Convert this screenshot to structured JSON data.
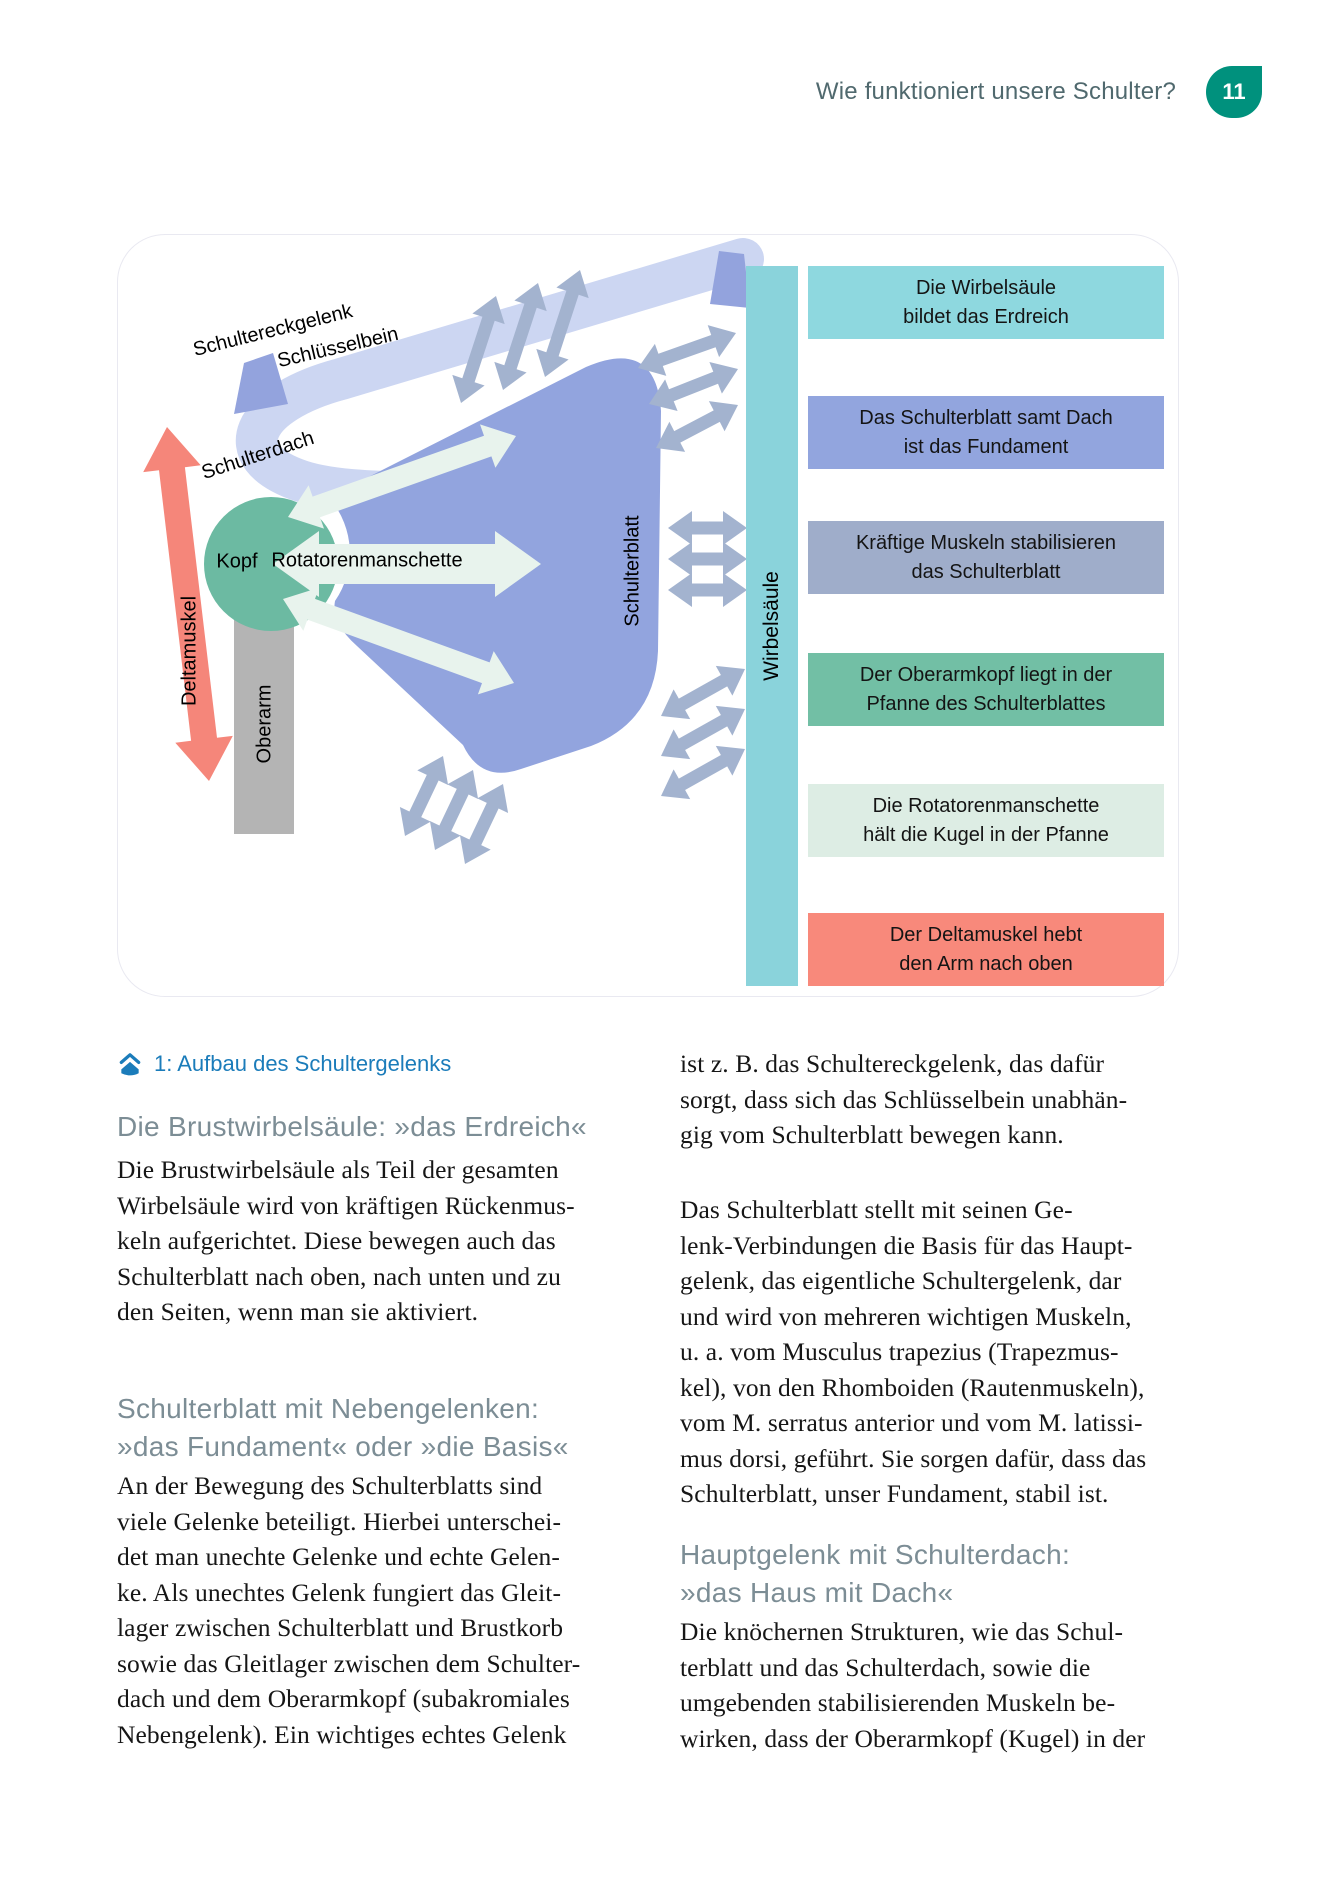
{
  "header": {
    "title": "Wie funktioniert unsere Schulter?",
    "page_number": "11"
  },
  "figure": {
    "caption": "1: Aufbau des Schultergelenks",
    "labels": {
      "schultereckgelenk": "Schultereckgelenk",
      "schluesselbein": "Schlüsselbein",
      "schulterdach": "Schulterdach",
      "deltamuskel": "Deltamuskel",
      "kopf": "Kopf",
      "oberarm": "Oberarm",
      "rotatorenmanschette": "Rotatorenmanschette",
      "schulterblatt": "Schulterblatt",
      "wirbelsaeule": "Wirbelsäule"
    },
    "callouts": [
      {
        "lines": [
          "Die Wirbelsäule",
          "bildet das Erdreich"
        ],
        "color": "#8ed8df"
      },
      {
        "lines": [
          "Das Schulterblatt samt Dach",
          "ist das Fundament"
        ],
        "color": "#92a5de"
      },
      {
        "lines": [
          "Kräftige Muskeln stabilisieren",
          "das Schulterblatt"
        ],
        "color": "#9fadca"
      },
      {
        "lines": [
          "Der Oberarmkopf liegt in der",
          "Pfanne des Schulterblattes"
        ],
        "color": "#72bfa5"
      },
      {
        "lines": [
          "Die Rotatorenmanschette",
          "hält die Kugel in der Pfanne"
        ],
        "color": "#ddede4"
      },
      {
        "lines": [
          "Der Deltamuskel hebt",
          "den Arm nach oben"
        ],
        "color": "#f8897b"
      }
    ],
    "colors": {
      "band": "#ccd6f2",
      "joint_marker": "#93a3dd",
      "scapula": "#92a4de",
      "spine_bar": "#8ad3db",
      "head": "#6cbaa2",
      "humerus": "#b4b4b4",
      "muscle_arrow": "#a3b3cf",
      "mint_arrow": "#e8f3ed",
      "delta_arrow": "#f5867a",
      "accent_teal": "#00917d",
      "caption_blue": "#1b7cba",
      "heading_gray": "#7c8d95"
    }
  },
  "article": {
    "left": {
      "heading1": "Die Brustwirbelsäule: »das Erdreich«",
      "para1_lines": [
        "Die Brustwirbelsäule als Teil der gesamten",
        "Wirbelsäule wird von kräftigen Rückenmus-",
        "keln aufgerichtet. Diese bewegen auch das",
        "Schulterblatt nach oben, nach unten und zu",
        "den Seiten, wenn man sie aktiviert."
      ],
      "heading2_lines": [
        "Schulterblatt mit Nebengelenken:",
        "»das Fundament« oder »die Basis«"
      ],
      "para2_lines": [
        "An der Bewegung des Schulterblatts sind",
        "viele Gelenke beteiligt. Hierbei unterschei-",
        "det man unechte Gelenke und echte Gelen-",
        "ke. Als unechtes Gelenk fungiert das Gleit-",
        "lager zwischen Schulterblatt und Brustkorb",
        "sowie das Gleitlager zwischen dem Schulter-",
        "dach und dem Oberarmkopf (subakromiales",
        "Nebengelenk). Ein wichtiges echtes Gelenk"
      ]
    },
    "right": {
      "para1_lines": [
        "ist z. B. das Schultereckgelenk, das dafür",
        "sorgt, dass sich das Schlüsselbein unabhän-",
        "gig vom Schulterblatt bewegen kann."
      ],
      "para2_lines": [
        "Das Schulterblatt stellt mit seinen Ge-",
        "lenk-Verbindungen die Basis für das Haupt-",
        "gelenk, das eigentliche Schultergelenk, dar",
        "und wird von mehreren wichtigen Muskeln,",
        "u. a. vom Musculus trapezius (Trapezmus-",
        "kel), von den Rhomboiden (Rautenmuskeln),",
        "vom M. serratus anterior und vom M. latissi-",
        "mus dorsi, geführt. Sie sorgen dafür, dass das",
        "Schulterblatt, unser Fundament, stabil ist."
      ],
      "heading_lines": [
        "Hauptgelenk mit Schulterdach:",
        "»das Haus mit Dach«"
      ],
      "para3_lines": [
        "Die knöchernen Strukturen, wie das Schul-",
        "terblatt und das Schulterdach, sowie die",
        "umgebenden stabilisierenden Muskeln be-",
        "wirken, dass der Oberarmkopf (Kugel) in der"
      ]
    }
  }
}
